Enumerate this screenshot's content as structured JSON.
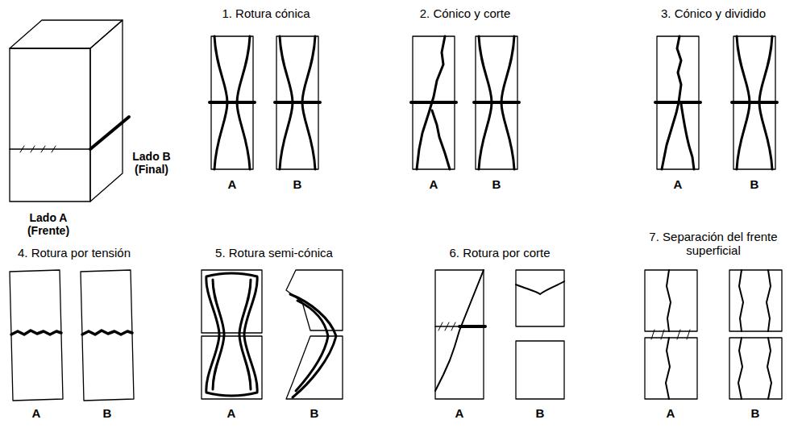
{
  "diagram": {
    "labels": [
      "Lado A (Frente)",
      "Lado B (Final)",
      "1. Rotura cónica",
      "2. Cónico y corte",
      "3. Cónico y dividido",
      "A",
      "B",
      "A",
      "B",
      "A",
      "B",
      "4. Rotura por tensión",
      "5. Rotura semi-cónica",
      "6. Rotura por corte",
      "7. Separación del frente superficial",
      "A",
      "B",
      "A",
      "B",
      "A",
      "B",
      "A",
      "B"
    ]
  }
}
